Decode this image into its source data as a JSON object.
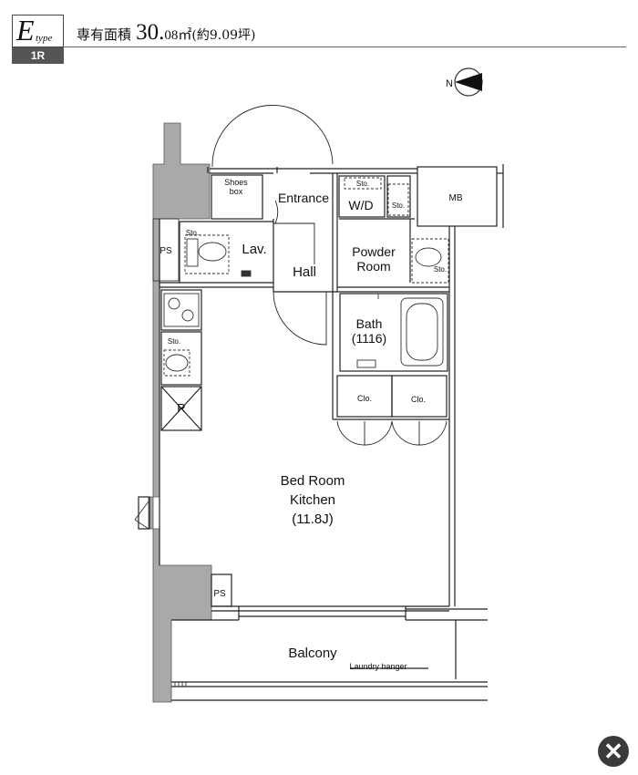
{
  "header": {
    "type_letter": "E",
    "type_sub": "type",
    "plan_badge": "1R",
    "area_label": "専有面積",
    "area_main": "30.",
    "area_decimal": "08㎡",
    "area_tsubo": "(約9.09坪)"
  },
  "compass": {
    "label": "N"
  },
  "rooms": {
    "entrance": "Entrance",
    "wd": "W/D",
    "mb": "MB",
    "shoes_box_1": "Shoes",
    "shoes_box_2": "box",
    "sto_lav": "Sto.",
    "sto_wd": "Sto.",
    "sto_mid": "Sto.",
    "sto_right": "Sto.",
    "sto_kitchen": "Sto.",
    "ps_top": "PS",
    "ps_bottom": "PS",
    "lav": "Lav.",
    "hall": "Hall",
    "powder_1": "Powder",
    "powder_2": "Room",
    "bath_1": "Bath",
    "bath_2": "(1116)",
    "clo_1": "Clo.",
    "clo_2": "Clo.",
    "fridge": "R",
    "bedroom_1": "Bed Room",
    "bedroom_2": "Kitchen",
    "bedroom_3": "(11.8J)",
    "balcony": "Balcony",
    "laundry": "Laundry hanger"
  },
  "colors": {
    "wall": "#a9a9a9",
    "line": "#222222",
    "badge": "#555555",
    "close": "#3a3a3a"
  }
}
